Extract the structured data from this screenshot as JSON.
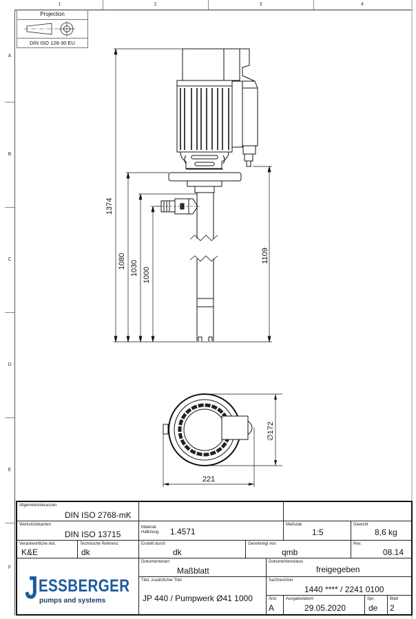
{
  "zones": {
    "columns": [
      "1",
      "2",
      "3",
      "4"
    ],
    "rows": [
      "A",
      "B",
      "C",
      "D",
      "E",
      "F"
    ]
  },
  "projection": {
    "title": "Projection",
    "standard": "DIN ISO 128-30  EU"
  },
  "dimensions": {
    "overall_height": "1374",
    "flange_height": "1080",
    "outlet_height": "1030",
    "immersion_depth": "1000",
    "cable_gland_height": "1109",
    "flange_diameter": "∅172",
    "overall_width": "221"
  },
  "title_block": {
    "general_tolerances": {
      "label": "Allgemeintoleranzen",
      "value": "DIN ISO 2768-mK"
    },
    "workpiece_edges": {
      "label": "Werkstückkanten",
      "value": "DIN ISO 13715"
    },
    "material": {
      "label_1": "Material",
      "label_2": "Halbzeug",
      "value": "1.4571"
    },
    "scale": {
      "label": "Maßstab",
      "value": "1:5"
    },
    "weight": {
      "label": "Gewicht",
      "value": "8,6 kg"
    },
    "responsible_dept": {
      "label": "Verantwortliche Abt.",
      "value": "K&E"
    },
    "technical_reference": {
      "label": "Technische Referenz",
      "value": "dk"
    },
    "created_by": {
      "label": "Erstellt durch",
      "value": "dk"
    },
    "approved_by": {
      "label": "Genehmigt von",
      "value": "qmb"
    },
    "revision": {
      "label": "Rev.",
      "value": "08.14"
    },
    "document_type": {
      "label": "Dokumentenart",
      "value": "Maßblatt"
    },
    "document_status": {
      "label": "Dokumentenstatus",
      "value": "freigegeben"
    },
    "title": {
      "label": "Titel, zusätzlicher Titel",
      "value": "JP 440 / Pumpwerk Ø41 1000"
    },
    "part_number": {
      "label": "Sachnummer",
      "value": "1440 **** / 2241 0100"
    },
    "change": {
      "label": "Änd.",
      "value": "A"
    },
    "issue_date": {
      "label": "Ausgabedatum",
      "value": "29.05.2020"
    },
    "language": {
      "label": "Spr.",
      "value": "de"
    },
    "sheet": {
      "label": "Blatt",
      "value": "2"
    }
  },
  "logo": {
    "initial": "J",
    "word": "ESSBERGER",
    "tagline": "pumps and systems",
    "color": "#1b5aa0"
  }
}
